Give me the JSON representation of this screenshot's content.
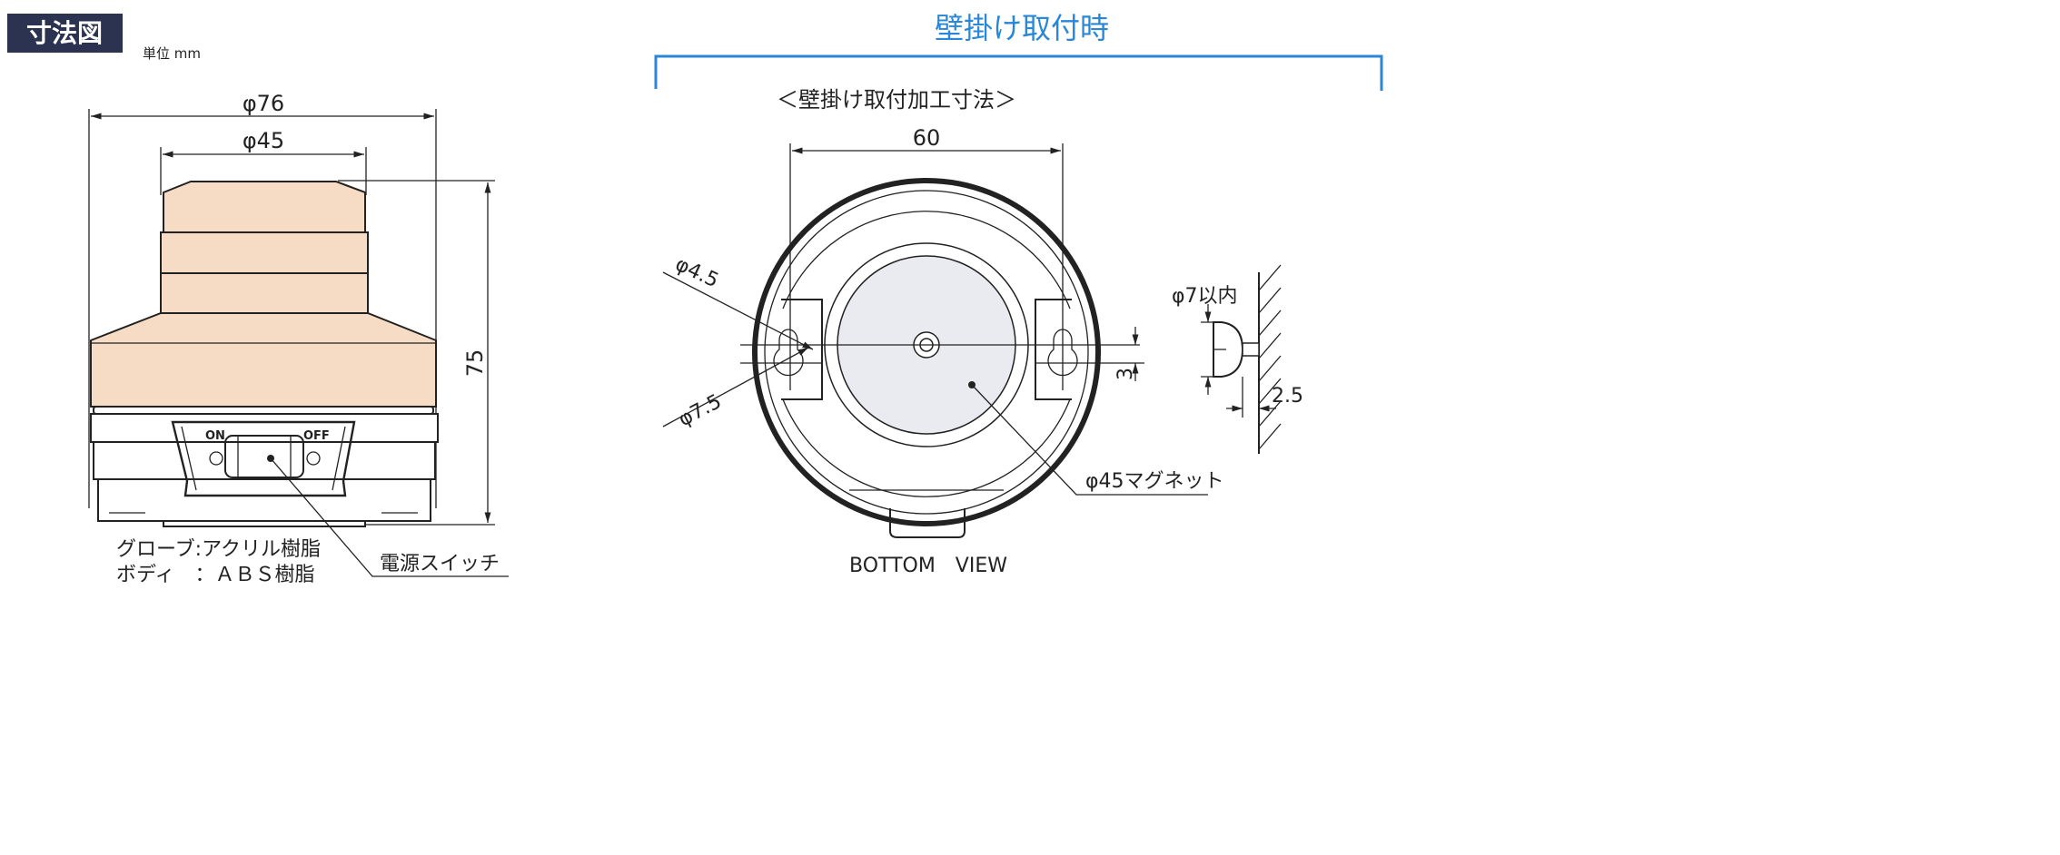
{
  "left": {
    "title": "寸法図",
    "unit": "単位 mm",
    "dim_outer": "φ76",
    "dim_globe": "φ45",
    "dim_height": "75",
    "switch_on": "ON",
    "switch_off": "OFF",
    "material_globe": "グローブ:アクリル樹脂",
    "material_body": "ボディ　：ＡＢＳ樹脂",
    "switch_label": "電源スイッチ"
  },
  "right": {
    "title": "壁掛け取付時",
    "subtitle": "＜壁掛け取付加工寸法＞",
    "dim_pitch": "60",
    "dim_hole_small": "φ4.5",
    "dim_hole_large": "φ7.5",
    "dim_offset": "3",
    "dim_screw_head": "φ7以内",
    "dim_gap": "2.5",
    "magnet_label": "φ45マグネット",
    "view_label": "BOTTOM　VIEW"
  },
  "colors": {
    "title_box": "#2b3350",
    "accent_blue": "#2a86d6",
    "globe_fill": "#f6dbc5",
    "magnet_fill": "#e9ebf1"
  }
}
